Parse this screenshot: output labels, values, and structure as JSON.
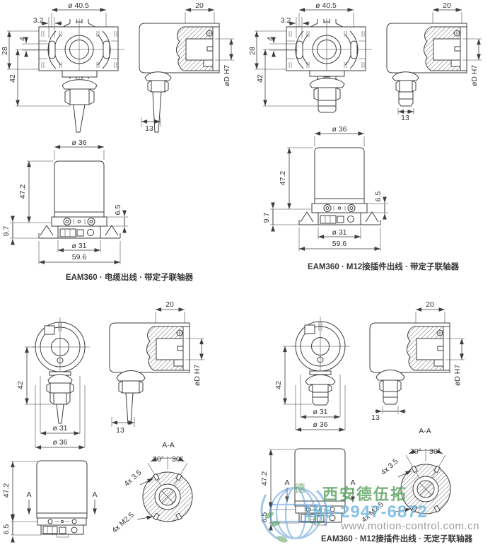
{
  "drawing": {
    "line_color": "#3d3d3d",
    "panels": {
      "top_left": {
        "caption": "EAM360 · 电缆出线 · 带定子联轴器",
        "front": {
          "bolt_circle": "ø 40.5",
          "slot_offset": "3.2",
          "slot_width": "4",
          "flange_height": "28",
          "gland_length": "42"
        },
        "side": {
          "depth": "20",
          "bore": "øD H7",
          "cable_dia": "13"
        },
        "profile": {
          "body_dia": "ø 36",
          "body_height": "47.2",
          "coupling_height": "9.7",
          "flange_thickness": "6.5",
          "pilot_dia": "ø 31",
          "coupling_width": "59.6"
        }
      },
      "top_right": {
        "caption": "EAM360 · M12接插件出线 · 带定子联轴器",
        "front": {
          "bolt_circle": "ø 40.5",
          "slot_offset": "3.2",
          "slot_width": "4",
          "flange_height": "28",
          "gland_length": "42"
        },
        "side": {
          "depth": "20",
          "bore": "øD H7",
          "plug_dia": "13"
        },
        "profile": {
          "body_dia": "ø 36",
          "body_height": "47.2",
          "coupling_height": "9.7",
          "flange_thickness": "6.5",
          "pilot_dia": "ø 31",
          "coupling_width": "59.6"
        }
      },
      "bottom_left": {
        "front": {
          "shaft_length": "42",
          "hub_dia": "ø 31",
          "body_dia": "ø 36"
        },
        "side": {
          "depth": "20",
          "bore": "øD H7",
          "cable_dia": "13"
        },
        "profile": {
          "body_height": "47.2",
          "base_height": "6.5",
          "section_marker": "A"
        },
        "section": {
          "title": "A-A",
          "angle_left": "30°",
          "angle_right": "30°",
          "holes": "4x 3.5",
          "threads": "4x M2.5"
        }
      },
      "bottom_right": {
        "caption": "EAM360 · M12接插件出线 · 无定子联轴器",
        "front": {
          "shaft_length": "42",
          "hub_dia": "ø 31",
          "body_dia": "ø 36"
        },
        "side": {
          "depth": "20",
          "bore": "øD H7",
          "plug_dia": "13"
        },
        "profile": {
          "body_height": "47.2",
          "base_height": "6.5",
          "section_marker": "A"
        },
        "section": {
          "title": "A-A",
          "angle_left": "30°",
          "angle_right": "30°",
          "holes": "4x 3.5",
          "threads": "4x M2.5"
        }
      }
    }
  },
  "watermark": {
    "company": "西安德伍拓",
    "phone": "186-2947-6872",
    "website": "www.motion-control.com.cn",
    "logo_char": "德",
    "colors": {
      "company_green": "#55a058",
      "phone_blue": "#74b7e2",
      "url_gray": "#9c9c9c",
      "logo_blue": "#4b8fd5"
    }
  }
}
